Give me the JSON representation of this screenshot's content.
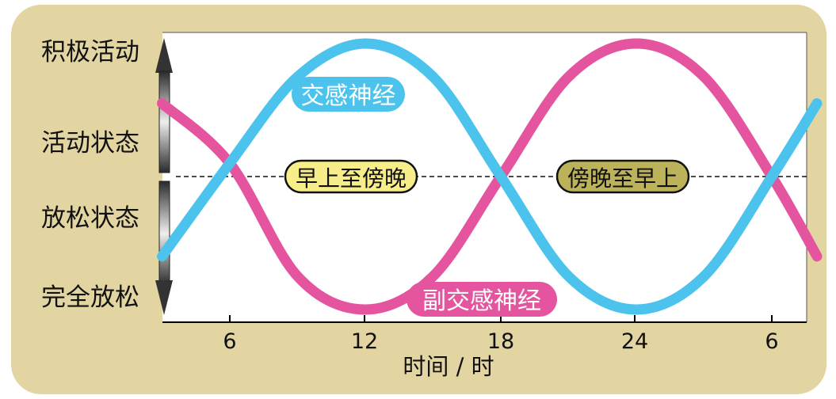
{
  "chart_data": {
    "type": "line",
    "x_ticks": [
      "6",
      "12",
      "18",
      "24",
      "6"
    ],
    "xlabel": "时间 / 时",
    "y_levels": [
      "积极活动",
      "活动状态",
      "放松状态",
      "完全放松"
    ],
    "series": [
      {
        "name": "交感神经",
        "color": "#4cc3ec",
        "shape": "sine-like wave peaking near 12h and at its lowest near 24h",
        "x": [
          3,
          6,
          9,
          12,
          15,
          18,
          21,
          24,
          27,
          30,
          32
        ],
        "y": [
          -0.6,
          0.1,
          0.75,
          1.0,
          0.75,
          0.0,
          -0.75,
          -1.0,
          -0.75,
          0.0,
          0.55
        ]
      },
      {
        "name": "副交感神经",
        "color": "#e5549f",
        "shape": "sine-like wave at its lowest near 12h and peaking near 24h",
        "x": [
          3,
          6,
          9,
          12,
          15,
          18,
          21,
          24,
          27,
          30,
          32
        ],
        "y": [
          0.55,
          0.1,
          -0.75,
          -1.0,
          -0.75,
          0.0,
          0.75,
          1.0,
          0.75,
          0.0,
          -0.6
        ]
      }
    ],
    "midline_labels": [
      {
        "text": "早上至傍晚",
        "color": "#f7ee8a"
      },
      {
        "text": "傍晚至早上",
        "color": "#bcb25a"
      }
    ],
    "colors": {
      "background": "#e2d5a2",
      "plot_bg": "#ffffff",
      "sympathetic": "#4cc3ec",
      "parasympathetic": "#e5549f",
      "axis": "#000000"
    }
  }
}
